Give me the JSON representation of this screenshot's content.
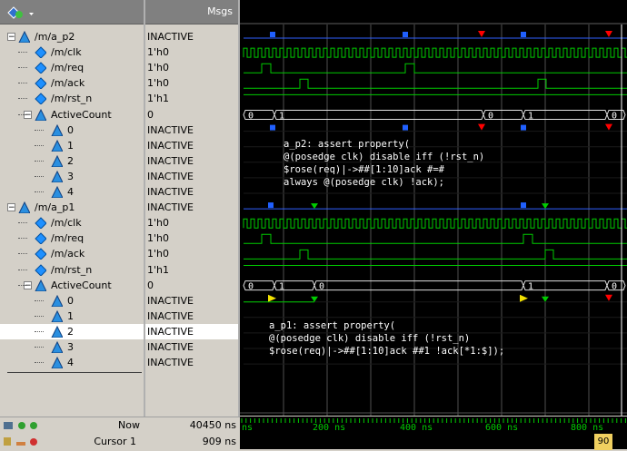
{
  "header": {
    "msgs_label": "Msgs"
  },
  "rows": [
    {
      "name": "/m/a_p2",
      "value": "INACTIVE",
      "kind": "assert",
      "expand": "-",
      "indent": 0
    },
    {
      "name": "/m/clk",
      "value": "1'h0",
      "kind": "signal",
      "indent": 1
    },
    {
      "name": "/m/req",
      "value": "1'h0",
      "kind": "signal",
      "indent": 1
    },
    {
      "name": "/m/ack",
      "value": "1'h0",
      "kind": "signal",
      "indent": 1
    },
    {
      "name": "/m/rst_n",
      "value": "1'h1",
      "kind": "signal",
      "indent": 1
    },
    {
      "name": "ActiveCount",
      "value": "0",
      "kind": "assert",
      "expand": "-",
      "indent": 1
    },
    {
      "name": "0",
      "value": "INACTIVE",
      "kind": "assert",
      "indent": 2
    },
    {
      "name": "1",
      "value": "INACTIVE",
      "kind": "assert",
      "indent": 2
    },
    {
      "name": "2",
      "value": "INACTIVE",
      "kind": "assert",
      "indent": 2
    },
    {
      "name": "3",
      "value": "INACTIVE",
      "kind": "assert",
      "indent": 2
    },
    {
      "name": "4",
      "value": "INACTIVE",
      "kind": "assert",
      "indent": 2
    },
    {
      "name": "/m/a_p1",
      "value": "INACTIVE",
      "kind": "assert",
      "expand": "-",
      "indent": 0
    },
    {
      "name": "/m/clk",
      "value": "1'h0",
      "kind": "signal",
      "indent": 1
    },
    {
      "name": "/m/req",
      "value": "1'h0",
      "kind": "signal",
      "indent": 1
    },
    {
      "name": "/m/ack",
      "value": "1'h0",
      "kind": "signal",
      "indent": 1
    },
    {
      "name": "/m/rst_n",
      "value": "1'h1",
      "kind": "signal",
      "indent": 1
    },
    {
      "name": "ActiveCount",
      "value": "0",
      "kind": "assert",
      "expand": "-",
      "indent": 1
    },
    {
      "name": "0",
      "value": "INACTIVE",
      "kind": "assert",
      "indent": 2
    },
    {
      "name": "1",
      "value": "INACTIVE",
      "kind": "assert",
      "indent": 2
    },
    {
      "name": "2",
      "value": "INACTIVE",
      "kind": "assert",
      "indent": 2,
      "selected": true
    },
    {
      "name": "3",
      "value": "INACTIVE",
      "kind": "assert",
      "indent": 2
    },
    {
      "name": "4",
      "value": "INACTIVE",
      "kind": "assert",
      "indent": 2
    }
  ],
  "waveform": {
    "bus_values_p2": [
      "0",
      "1",
      "0",
      "1",
      "0"
    ],
    "bus_values_p1": [
      "0",
      "1",
      "0",
      "1",
      "0"
    ],
    "code_p2": [
      "a_p2: assert property(",
      "   @(posedge clk) disable iff (!rst_n)",
      "   $rose(req)|->##[1:10]ack #=#",
      "           always @(posedge clk) !ack);"
    ],
    "code_p1": [
      "a_p1: assert property(",
      "   @(posedge clk) disable iff (!rst_n)",
      "   $rose(req)|->##[1:10]ack ##1 !ack[*1:$]);"
    ],
    "time_ticks": [
      "ns",
      "200 ns",
      "400 ns",
      "600 ns",
      "800 ns"
    ]
  },
  "footer": {
    "now_label": "Now",
    "now_value": "40450 ns",
    "cursor_label": "Cursor 1",
    "cursor_value": "909 ns",
    "cursor_badge": "90"
  },
  "colors": {
    "wave_green": "#00cc00",
    "assert_blue": "#00a0ff",
    "fail_red": "#ff0000",
    "cursor_white": "#ffffff"
  }
}
